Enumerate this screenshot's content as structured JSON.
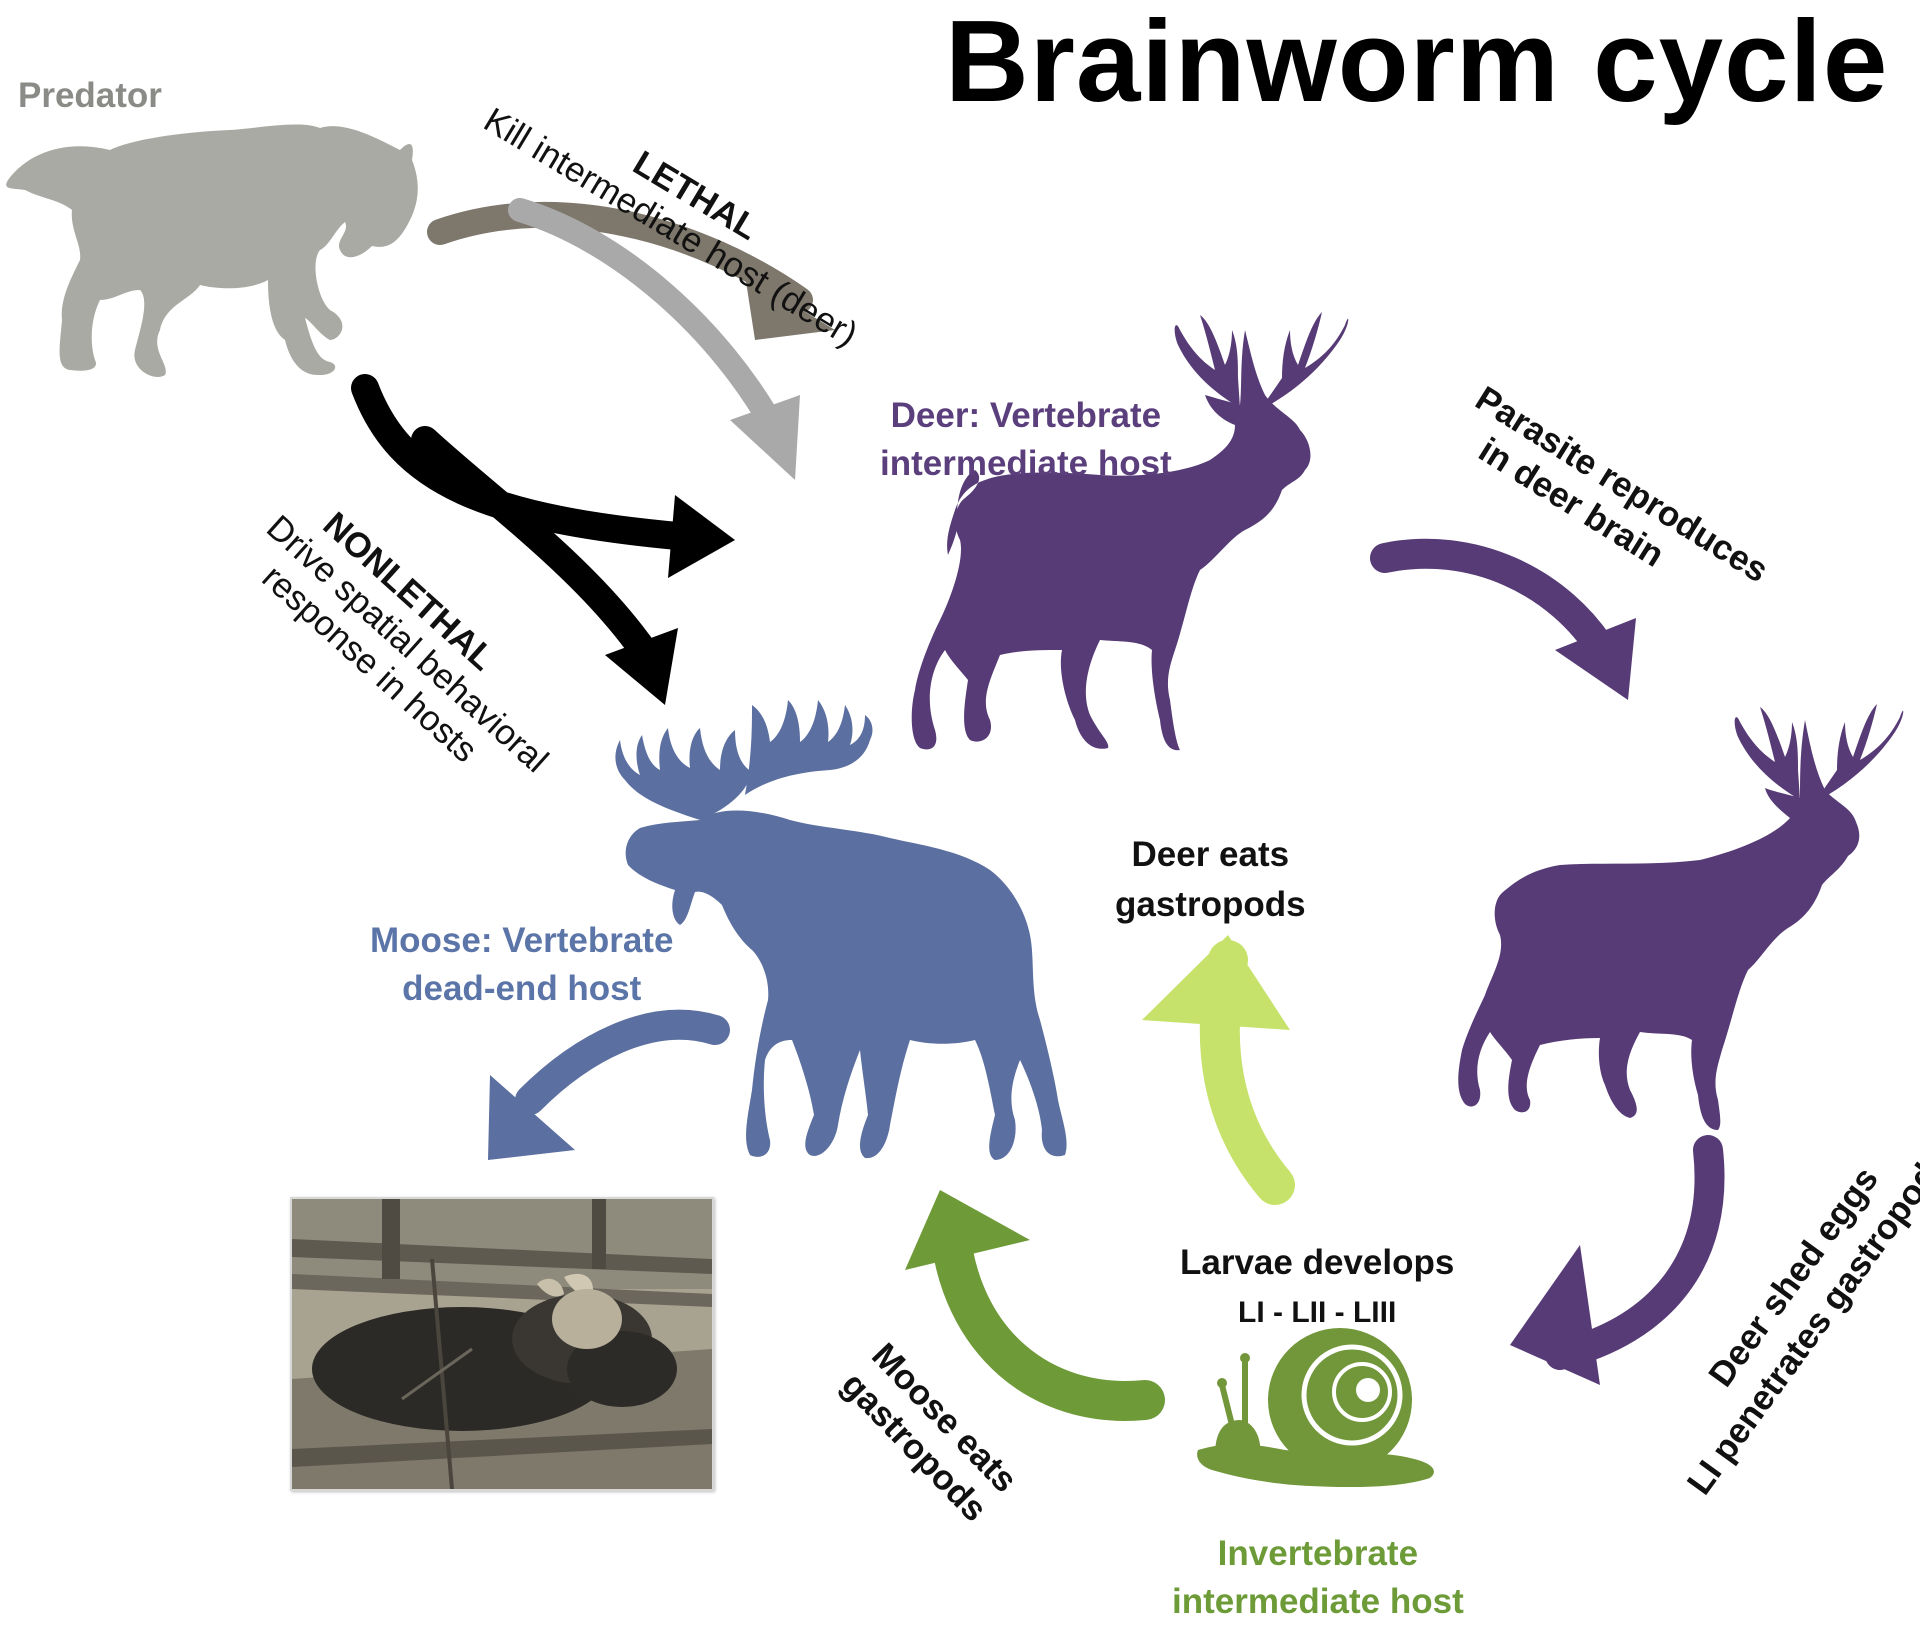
{
  "title": "Brainworm cycle",
  "colors": {
    "predator": "#a8aaa3",
    "deer": "#573b76",
    "moose": "#5b6fa0",
    "snail": "#72963a",
    "arrow_lethal": "#7e776c",
    "arrow_light_gray": "#a9a9a9",
    "arrow_nonlethal": "#000000",
    "arrow_light_green": "#c6e26a",
    "arrow_green": "#6f9a38",
    "label_gray": "#8a8a86",
    "label_deer": "#5b3f7d",
    "label_moose": "#5c75a8",
    "label_invert": "#6d9b38"
  },
  "labels": {
    "predator": "Predator",
    "lethal_heading": "LETHAL",
    "lethal_desc": "Kill intermediate host (deer)",
    "nonlethal_heading": "NONLETHAL",
    "nonlethal_desc_1": "Drive spatial behavioral",
    "nonlethal_desc_2": "response in hosts",
    "deer_host_1": "Deer: Vertebrate",
    "deer_host_2": "intermediate host",
    "parasite_1": "Parasite reproduces",
    "parasite_2": "in deer brain",
    "moose_host_1": "Moose: Vertebrate",
    "moose_host_2": "dead-end host",
    "deer_eats_1": "Deer eats",
    "deer_eats_2": "gastropods",
    "larvae_1": "Larvae develops",
    "larvae_2": "LI - LII - LIII",
    "moose_eats_1": "Moose eats",
    "moose_eats_2": "gastropods",
    "shed_1": "Deer shed eggs",
    "shed_2": "LI penetrates gastropod",
    "invert_1": "Invertebrate",
    "invert_2": "intermediate host"
  },
  "icons": [
    "wolf-icon",
    "deer-icon",
    "deer-icon-right",
    "moose-icon",
    "snail-icon",
    "dead-moose-photo"
  ]
}
